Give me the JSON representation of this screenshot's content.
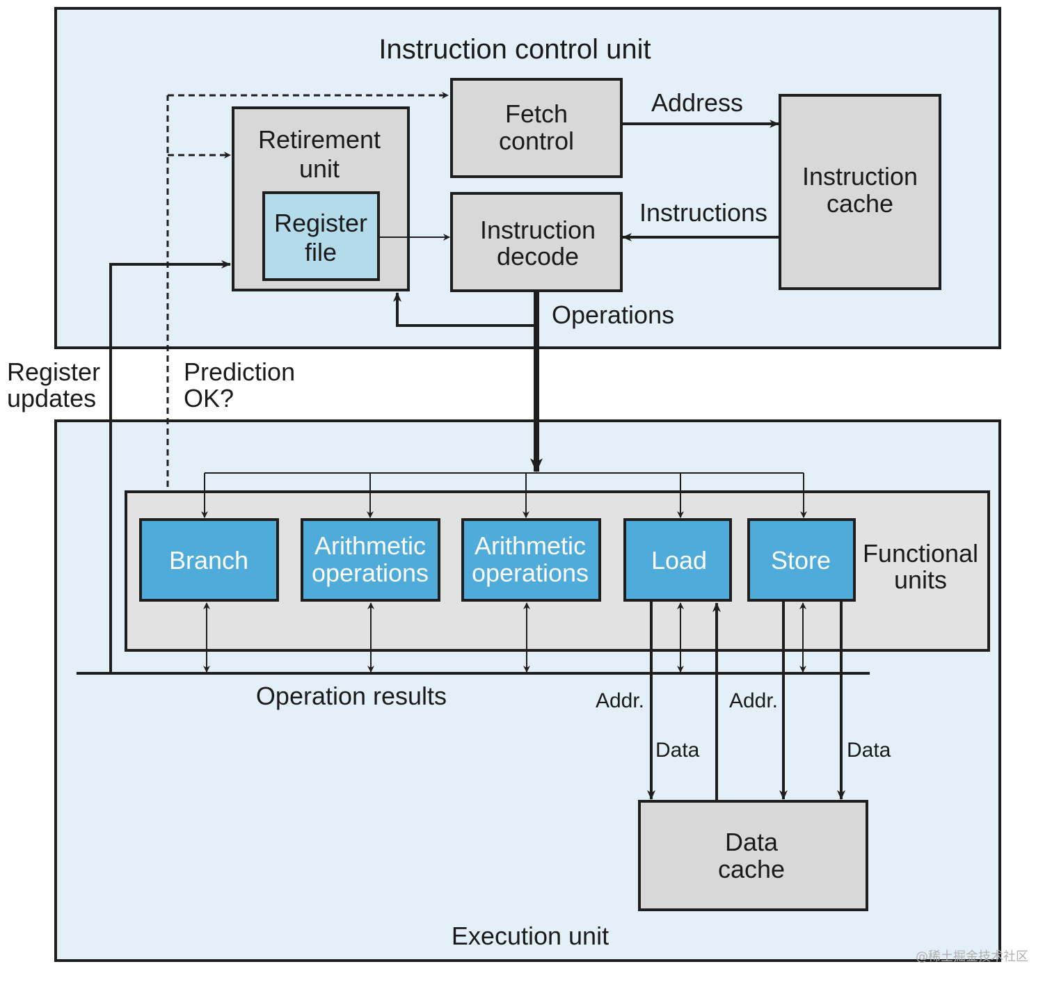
{
  "diagram": {
    "regions": {
      "instruction_control_unit": "Instruction control unit",
      "execution_unit": "Execution unit"
    },
    "blocks": {
      "retirement_unit": [
        "Retirement",
        "unit"
      ],
      "register_file": [
        "Register",
        "file"
      ],
      "fetch_control": [
        "Fetch",
        "control"
      ],
      "instruction_decode": [
        "Instruction",
        "decode"
      ],
      "instruction_cache": [
        "Instruction",
        "cache"
      ],
      "data_cache": [
        "Data",
        "cache"
      ]
    },
    "functional_units": {
      "label": [
        "Functional",
        "units"
      ],
      "units": [
        {
          "lines": [
            "Branch"
          ]
        },
        {
          "lines": [
            "Arithmetic",
            "operations"
          ]
        },
        {
          "lines": [
            "Arithmetic",
            "operations"
          ]
        },
        {
          "lines": [
            "Load"
          ]
        },
        {
          "lines": [
            "Store"
          ]
        }
      ]
    },
    "edge_labels": {
      "address": "Address",
      "instructions": "Instructions",
      "operations": "Operations",
      "register_updates": [
        "Register",
        "updates"
      ],
      "prediction_ok": [
        "Prediction",
        "OK?"
      ],
      "operation_results": "Operation results",
      "load_addr": "Addr.",
      "load_data": "Data",
      "store_addr": "Addr.",
      "store_data": "Data"
    },
    "colors": {
      "region_fill": "#e3f0f8",
      "block_fill": "#d8d8d8",
      "register_file_fill": "#b3dbea",
      "functional_unit_fill": "#4fabd9",
      "line": "#1e1e1e"
    },
    "watermark": "@稀土掘金技术社区"
  }
}
